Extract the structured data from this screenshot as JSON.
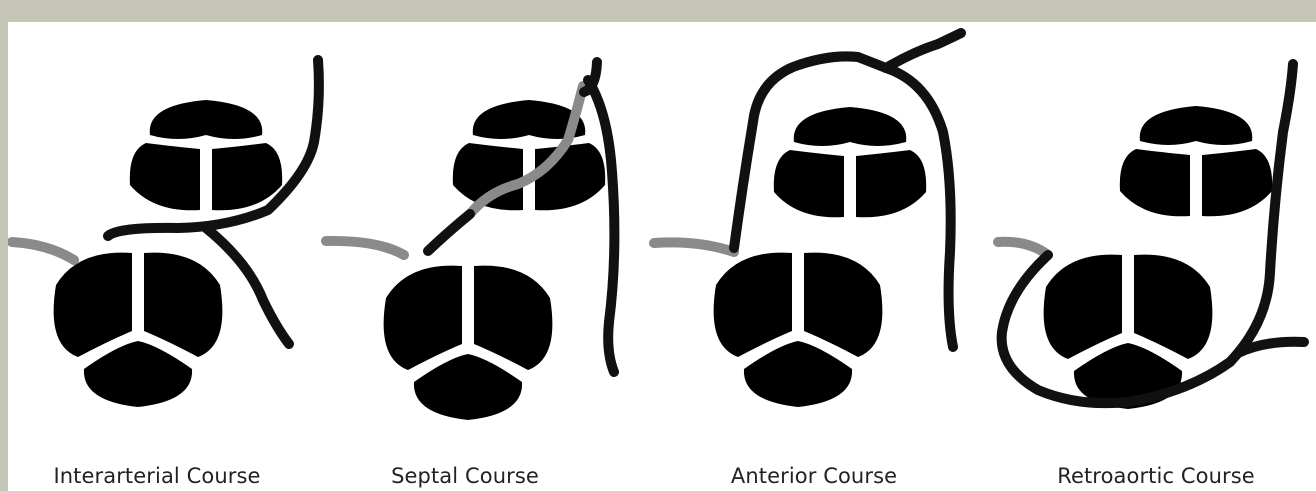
{
  "figure": {
    "panels": [
      {
        "id": "interarterial",
        "label": "Interarterial Course"
      },
      {
        "id": "septal",
        "label": "Septal Course"
      },
      {
        "id": "anterior",
        "label": "Anterior Course"
      },
      {
        "id": "retroaortic",
        "label": "Retroaortic Course"
      }
    ],
    "colors": {
      "background_border": "#c6c6b6",
      "canvas": "#ffffff",
      "valve_outline": "#1a1a1a",
      "anomalous_artery": "#111111",
      "proximal_artery": "#8a8a8a"
    }
  }
}
